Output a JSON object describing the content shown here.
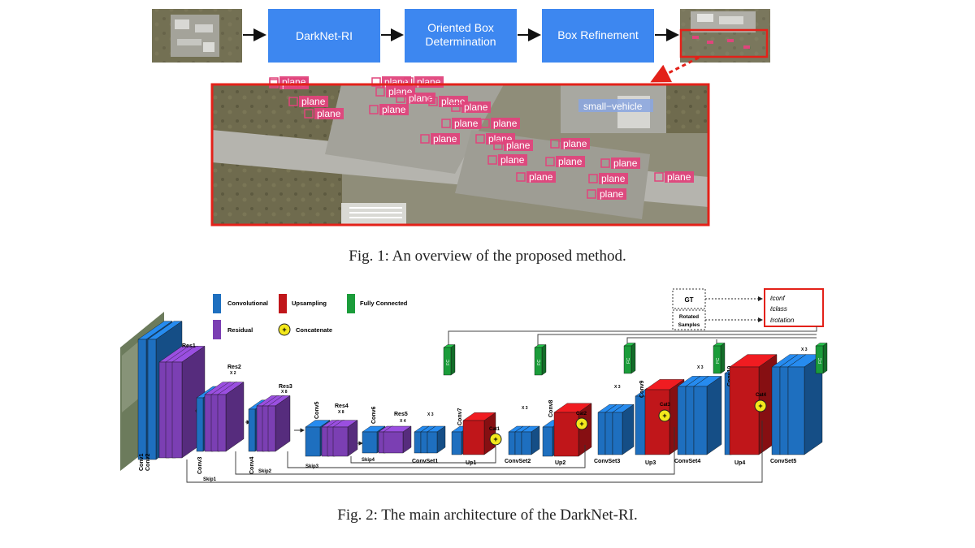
{
  "figure1": {
    "boxes": [
      "DarkNet-RI",
      "Oriented Box",
      "Determination",
      "Box Refinement"
    ],
    "detections": {
      "plane_label": "plane",
      "vehicle_label": "small−vehicle"
    },
    "caption": "Fig. 1: An overview of the proposed method."
  },
  "figure2": {
    "legend": {
      "convolutional": "Convolutional",
      "upsampling": "Upsampling",
      "fully_connected": "Fully Connected",
      "residual": "Residual",
      "concatenate": "Concatenate",
      "concat_symbol": "+"
    },
    "loss": {
      "gt": "GT",
      "rotated": "Rotated",
      "samples": "Samples",
      "conf": "ℓconf",
      "class": "ℓclass",
      "rotation": "ℓrotation"
    },
    "blocks": {
      "conv1": "Conv1",
      "conv2": "Conv2",
      "res1": "Res1",
      "res2": "Res2",
      "res2_mult": "X 2",
      "conv3": "Conv3",
      "res3": "Res3",
      "res3_mult": "X 8",
      "conv4": "Conv4",
      "conv5": "Conv5",
      "res4": "Res4",
      "res4_mult": "X 8",
      "conv6": "Conv6",
      "res5": "Res5",
      "res5_mult": "X 4",
      "convset_mult": "X 3",
      "convset1": "ConvSet1",
      "conv7": "Conv7",
      "up1": "Up1",
      "cat1": "Cat1",
      "convset2": "ConvSet2",
      "conv8": "Conv8",
      "up2": "Up2",
      "cat2": "Cat2",
      "convset3": "ConvSet3",
      "conv9": "Conv9",
      "up3": "Up3",
      "cat3": "Cat3",
      "convset4": "ConvSet4",
      "conv10": "Conv10",
      "up4": "Up4",
      "cat4": "Cat4",
      "convset5": "ConvSet5",
      "fc": "FC",
      "skip1": "Skip1",
      "skip2": "Skip2",
      "skip3": "Skip3",
      "skip4": "Skip4"
    },
    "caption": "Fig. 2: The main architecture of the DarkNet-RI."
  }
}
